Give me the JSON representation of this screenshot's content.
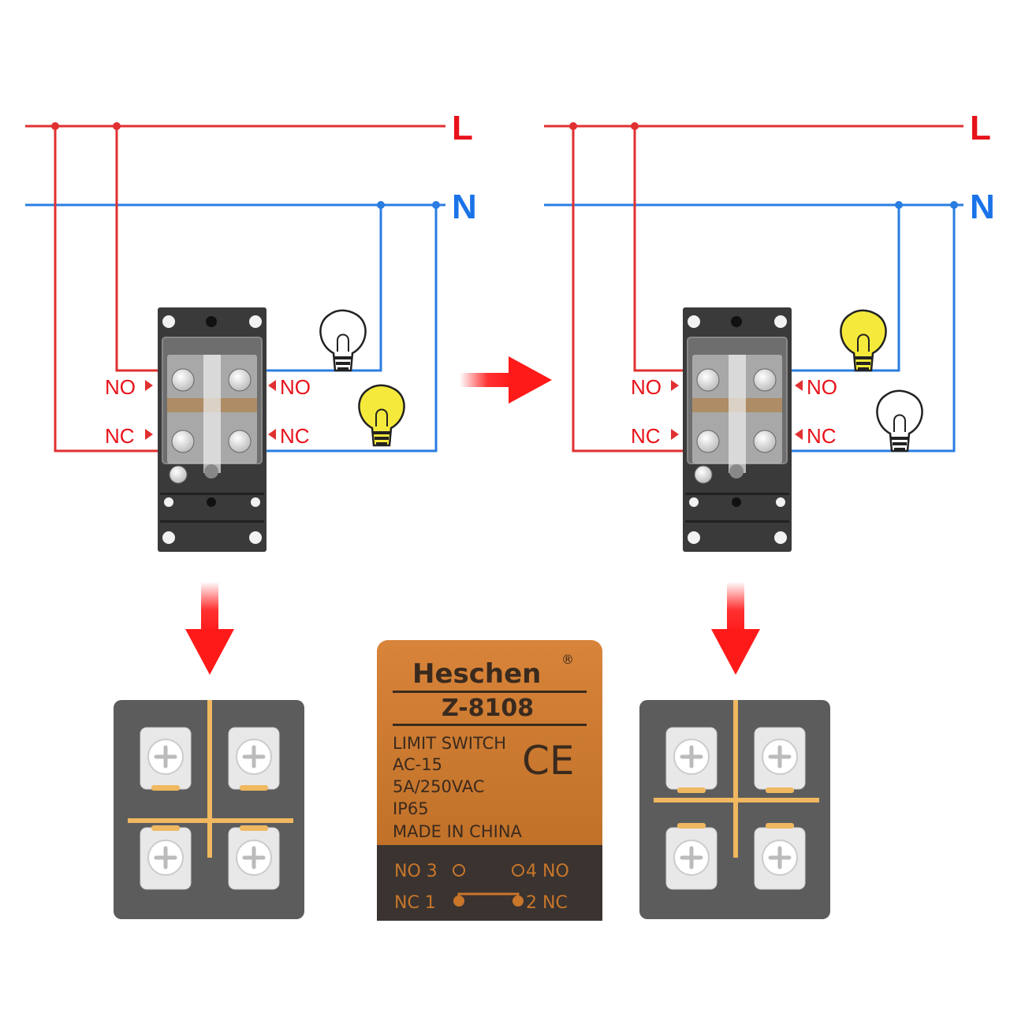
{
  "line_label": "L",
  "neutral_label": "N",
  "contact_labels": {
    "no": "NO",
    "nc": "NC"
  },
  "colors": {
    "line": "#e03030",
    "neutral": "#2a7de1",
    "arrow": "#ff1a1a",
    "bulb_on": "#f5ea3c",
    "switch_body": "#3a3a3a",
    "terminal_panel": "#5c5c5c",
    "contact_bar": "#f0b860",
    "label_plate": "#c8762a"
  },
  "diagrams": [
    {
      "id": "left",
      "no_bulb_lit": false,
      "nc_bulb_lit": true
    },
    {
      "id": "right",
      "no_bulb_lit": true,
      "nc_bulb_lit": false
    }
  ],
  "label_plate": {
    "brand": "Heschen",
    "registered": "®",
    "model": "Z-8108",
    "lines": [
      "LIMIT SWITCH",
      "AC-15",
      "5A/250VAC",
      "IP65",
      "MADE IN CHINA"
    ],
    "ce_mark": "CE",
    "wiring_row1_left": "NO 3",
    "wiring_row1_right": "4 NO",
    "wiring_row2_left": "NC 1",
    "wiring_row2_right": "2 NC"
  }
}
